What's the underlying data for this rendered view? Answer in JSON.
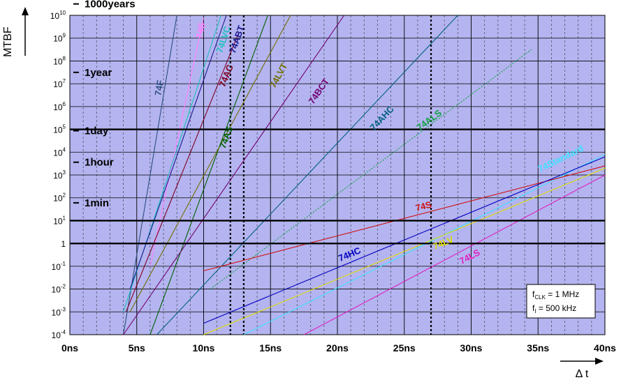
{
  "chart_data": {
    "type": "line",
    "ylabel": "MTBF",
    "xlabel": "Δ t",
    "xlim": [
      0,
      40
    ],
    "ylim_log10": [
      -4,
      10
    ],
    "xticks": [
      "0ns",
      "5ns",
      "10ns",
      "15ns",
      "20ns",
      "25ns",
      "30ns",
      "35ns",
      "40ns"
    ],
    "yticks": [
      {
        "base": "10",
        "exp": "-4"
      },
      {
        "base": "10",
        "exp": "-3"
      },
      {
        "base": "10",
        "exp": "-2"
      },
      {
        "base": "10",
        "exp": "-1"
      },
      {
        "base": "1",
        "exp": ""
      },
      {
        "base": "10",
        "exp": "1"
      },
      {
        "base": "10",
        "exp": "2"
      },
      {
        "base": "10",
        "exp": "3"
      },
      {
        "base": "10",
        "exp": "4"
      },
      {
        "base": "10",
        "exp": "5"
      },
      {
        "base": "10",
        "exp": "6"
      },
      {
        "base": "10",
        "exp": "7"
      },
      {
        "base": "10",
        "exp": "8"
      },
      {
        "base": "10",
        "exp": "9"
      },
      {
        "base": "10",
        "exp": "10"
      }
    ],
    "annotations": [
      {
        "label": "1000years",
        "log10": 10.5
      },
      {
        "label": "1year",
        "log10": 7.5
      },
      {
        "label": "1day",
        "log10": 4.94
      },
      {
        "label": "1hour",
        "log10": 3.56
      },
      {
        "label": "1min",
        "log10": 1.78
      }
    ],
    "thick_lines_log10": [
      0,
      1,
      5
    ],
    "grid": true,
    "legend_box": {
      "line1_main": "f",
      "line1_sub": "CLK",
      "line1_val": " = 1 MHz",
      "line2_main": "f",
      "line2_sub": "I",
      "line2_val": " = 500 kHz"
    },
    "series": [
      {
        "name": "74F",
        "color": "#2d4f7f",
        "x": [
          4.0,
          8.0
        ],
        "y": [
          -4.0,
          10.0
        ],
        "label_x": 6.9,
        "label_y": 6.8,
        "dash": false
      },
      {
        "name": "74S",
        "color": "#ff80ff",
        "x": [
          6.0,
          10.0
        ],
        "y": [
          -1.0,
          9.9
        ],
        "label_x": 10.0,
        "label_y": 9.3,
        "dash": false
      },
      {
        "name": "74LVC",
        "color": "#20c0c0",
        "x": [
          4.0,
          11.3
        ],
        "y": [
          -3.0,
          10.0
        ],
        "label_x": 11.7,
        "label_y": 8.9,
        "dash": false
      },
      {
        "name": "74ABT",
        "color": "#1a1a90",
        "x": [
          4.5,
          11.7
        ],
        "y": [
          -2.0,
          10.0
        ],
        "label_x": 12.7,
        "label_y": 8.9,
        "dash": false
      },
      {
        "name": "74AC",
        "color": "#800020",
        "x": [
          4.2,
          12.6
        ],
        "y": [
          -3.0,
          9.2
        ],
        "label_x": 11.9,
        "label_y": 7.3,
        "dash": false
      },
      {
        "name": "74AS",
        "color": "#006000",
        "x": [
          6.0,
          14.8
        ],
        "y": [
          -4.0,
          10.0
        ],
        "label_x": 11.9,
        "label_y": 4.6,
        "dash": false
      },
      {
        "name": "74LVT",
        "color": "#707000",
        "x": [
          4.5,
          16.5
        ],
        "y": [
          -3.0,
          10.0
        ],
        "label_x": 15.8,
        "label_y": 7.3,
        "dash": false
      },
      {
        "name": "74BCT",
        "color": "#700070",
        "x": [
          4.0,
          20.5
        ],
        "y": [
          -4.0,
          10.0
        ],
        "label_x": 18.8,
        "label_y": 6.6,
        "dash": false
      },
      {
        "name": "74AHC",
        "color": "#006080",
        "x": [
          6.5,
          29.0
        ],
        "y": [
          -4.0,
          10.0
        ],
        "label_x": 23.5,
        "label_y": 5.4,
        "dash": false
      },
      {
        "name": "74ALS",
        "color": "#10a040",
        "x": [
          10.5,
          34.5
        ],
        "y": [
          -2.0,
          8.5
        ],
        "label_x": 27.0,
        "label_y": 5.3,
        "dash": true
      },
      {
        "name": "74Standard",
        "color": "#40e0ff",
        "x": [
          13.0,
          40.0
        ],
        "y": [
          -4.0,
          3.9
        ],
        "label_x": 36.8,
        "label_y": 3.6,
        "dash": false
      },
      {
        "name": "74S",
        "color": "#d01010",
        "x": [
          10.0,
          40.0
        ],
        "y": [
          -1.2,
          3.4
        ],
        "label_x": 26.5,
        "label_y": 1.5,
        "dash": false
      },
      {
        "name": "74HC",
        "color": "#0000c0",
        "x": [
          10.0,
          40.0
        ],
        "y": [
          -3.5,
          3.8
        ],
        "label_x": 21.0,
        "label_y": -0.6,
        "dash": false
      },
      {
        "name": "74LV",
        "color": "#e0e000",
        "x": [
          10.0,
          40.0
        ],
        "y": [
          -4.0,
          3.3
        ],
        "label_x": 28.0,
        "label_y": -0.1,
        "dash": false
      },
      {
        "name": "74LS",
        "color": "#e020c0",
        "x": [
          17.5,
          40.0
        ],
        "y": [
          -4.0,
          3.0
        ],
        "label_x": 30.0,
        "label_y": -0.7,
        "dash": false
      }
    ]
  }
}
